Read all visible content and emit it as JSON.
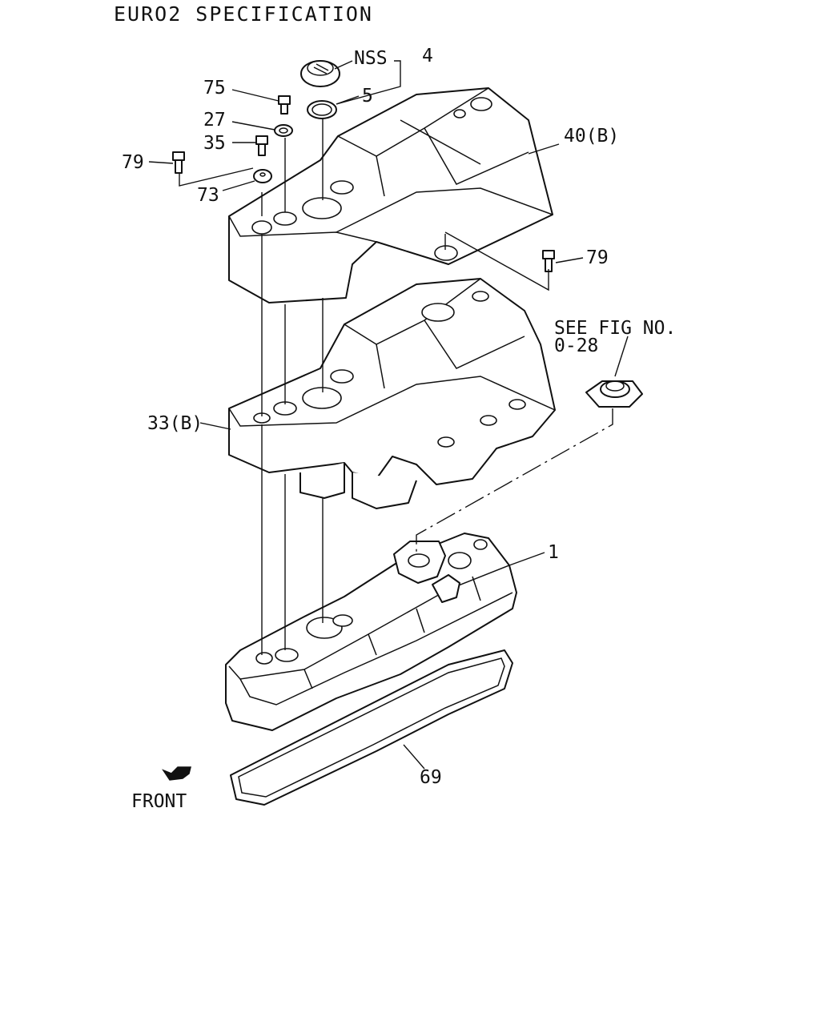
{
  "title": "EURO2 SPECIFICATION",
  "callouts": {
    "nss": "NSS",
    "p4": "4",
    "p5": "5",
    "p75": "75",
    "p27": "27",
    "p35": "35",
    "p79a": "79",
    "p73": "73",
    "p40b": "40(B)",
    "p79b": "79",
    "see_fig_1": "SEE FIG NO.",
    "see_fig_2": "0-28",
    "p33b": "33(B)",
    "p1": "1",
    "p69": "69",
    "front": "FRONT"
  },
  "icons": [
    "front-arrow-icon"
  ]
}
